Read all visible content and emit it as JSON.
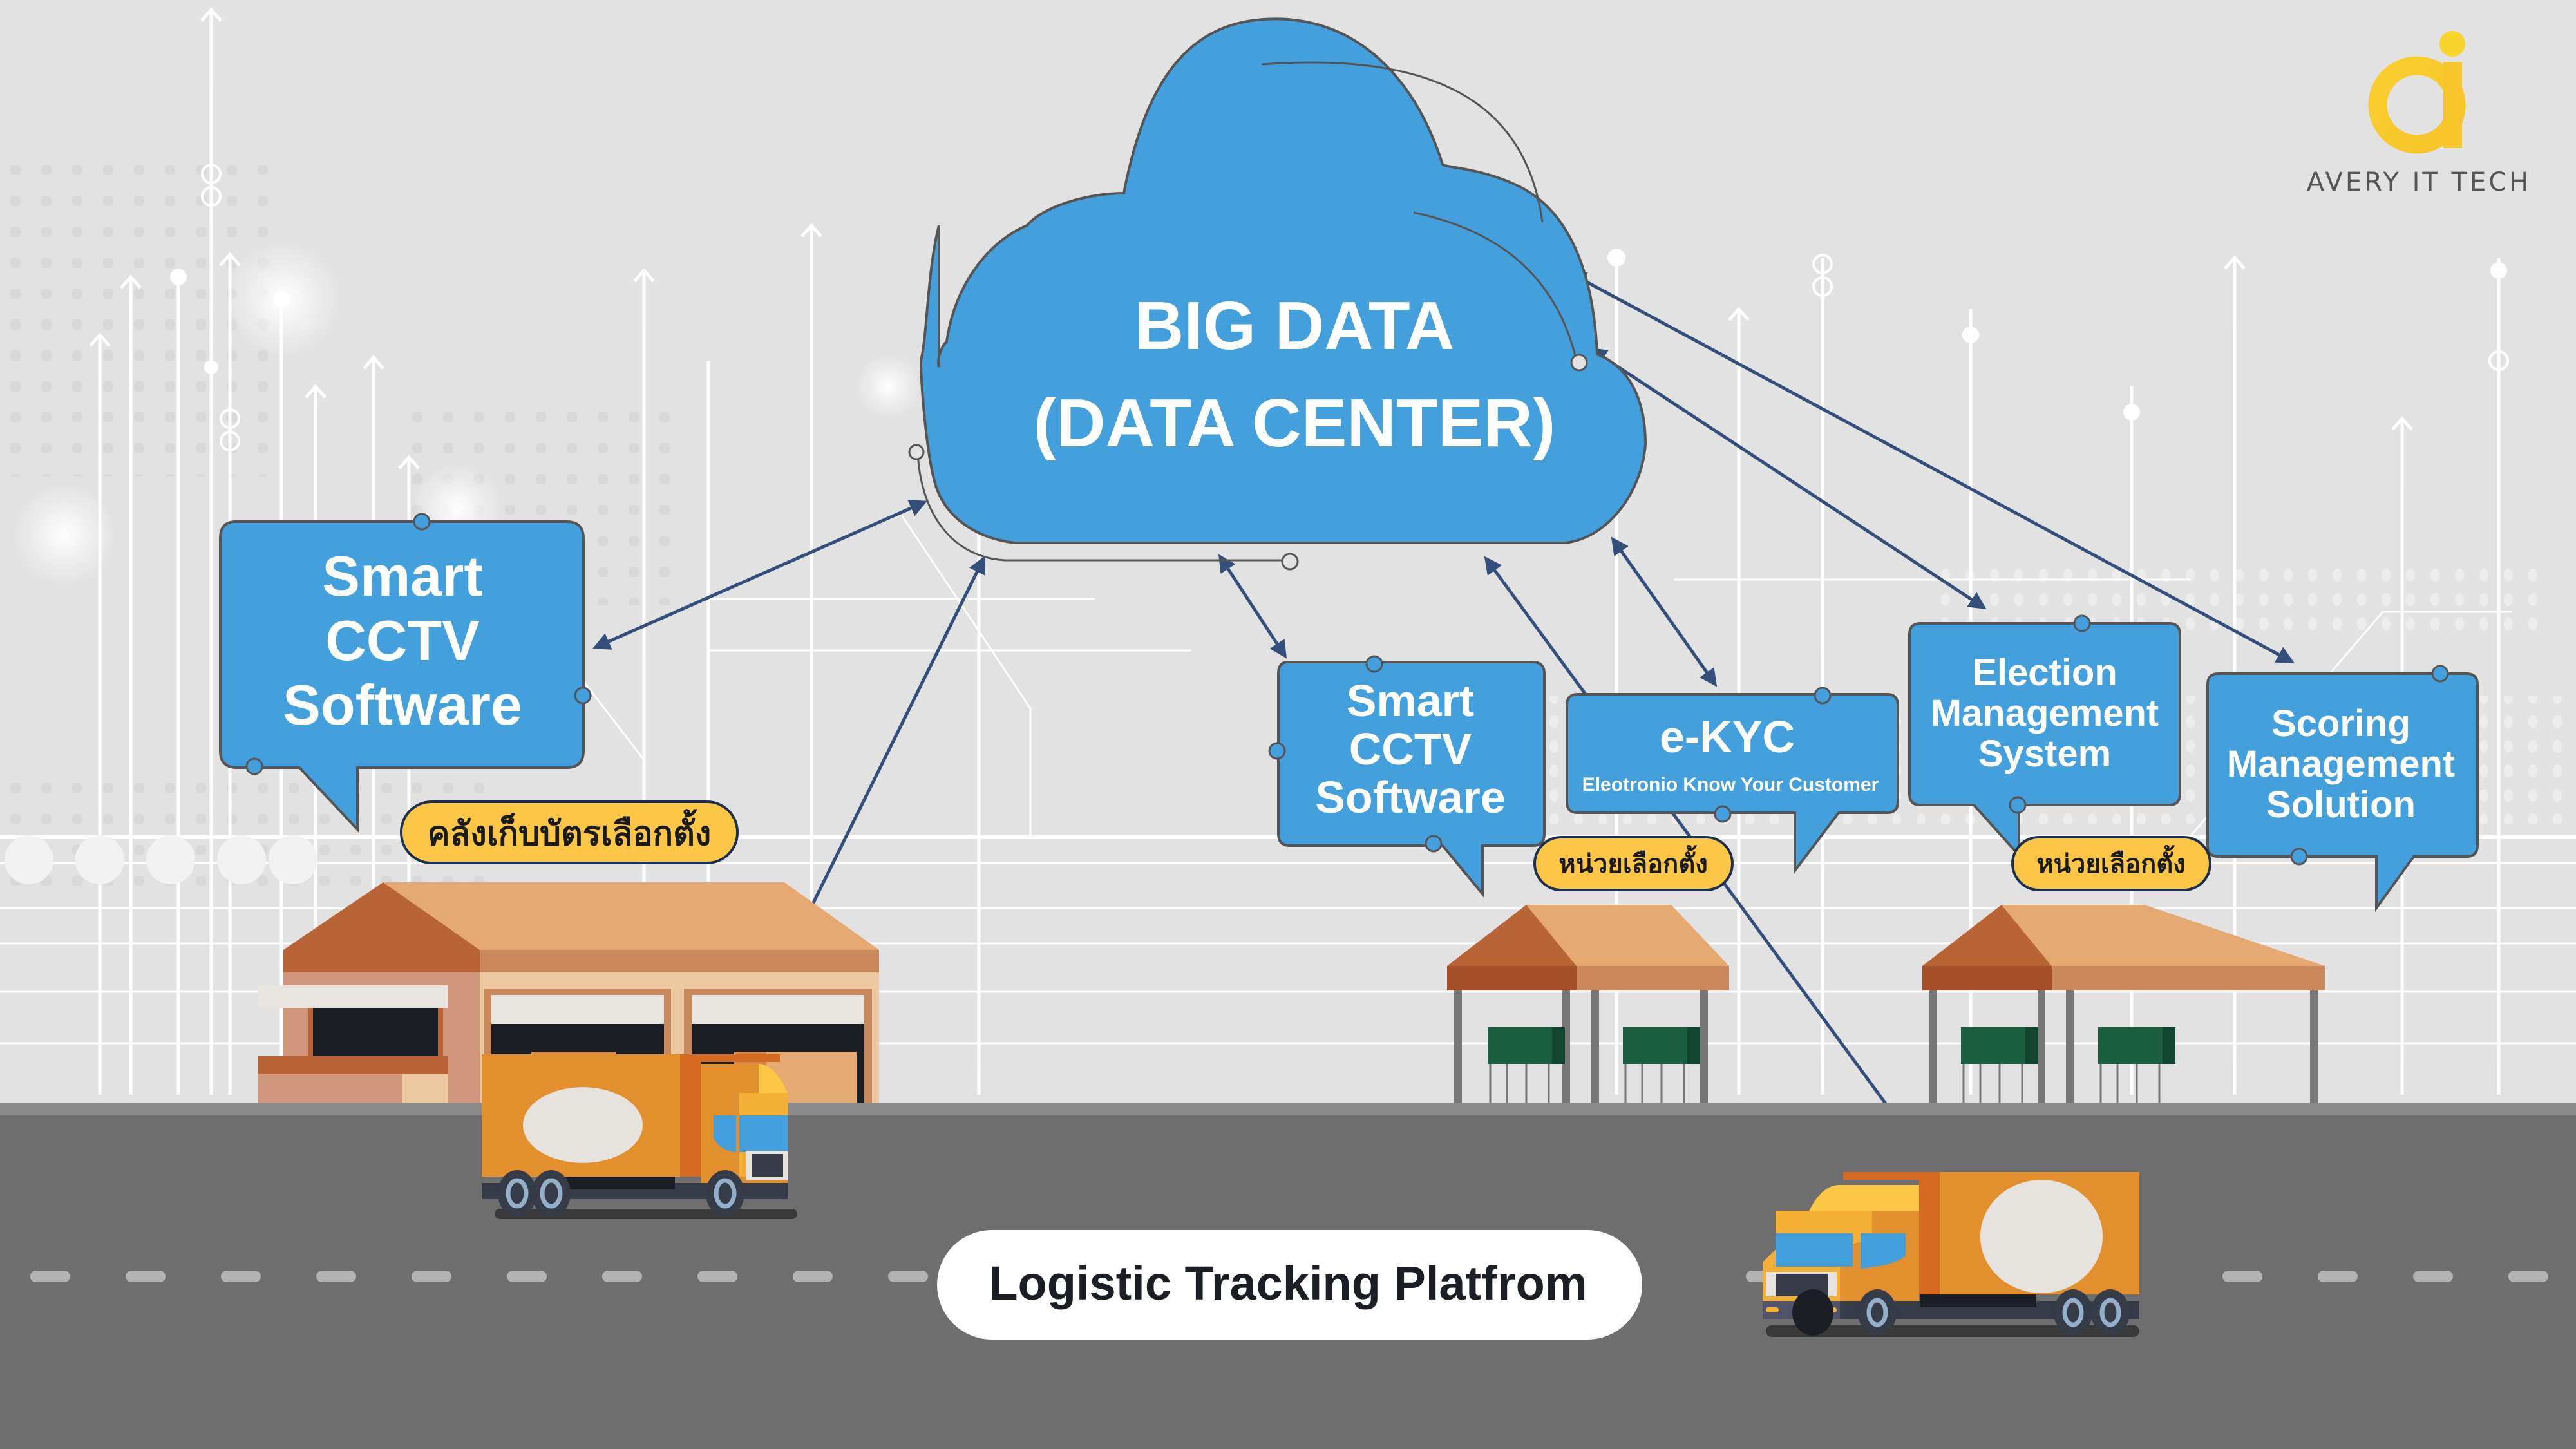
{
  "brand": {
    "name": "AVERY IT TECH",
    "logo_icon": "ai-logo-icon",
    "colors": {
      "logo_yellow": "#f8c92c",
      "logo_orange": "#f5a623",
      "logo_text": "#555555"
    }
  },
  "central_node": {
    "line1": "BIG DATA",
    "line2": "(DATA CENTER)",
    "icon": "cloud-icon",
    "color": "#44a0dc"
  },
  "bubbles": [
    {
      "id": "smart-cctv-warehouse",
      "lines": [
        "Smart",
        "CCTV",
        "Software"
      ]
    },
    {
      "id": "smart-cctv-polling",
      "lines": [
        "Smart",
        "CCTV",
        "Software"
      ]
    },
    {
      "id": "ekyc",
      "title": "e-KYC",
      "subtitle": "Eleotronio Know Your Customer"
    },
    {
      "id": "election-management",
      "lines": [
        "Election",
        "Management",
        "System"
      ]
    },
    {
      "id": "scoring-management",
      "lines": [
        "Scoring",
        "Management",
        "Solution"
      ]
    }
  ],
  "location_labels": {
    "warehouse": "คลังเก็บบัตรเลือกตั้ง",
    "polling_unit_1": "หน่วยเลือกตั้ง",
    "polling_unit_2": "หน่วยเลือกตั้ง"
  },
  "platform_label": "Logistic Tracking Platfrom",
  "illustrations": {
    "warehouse": "warehouse-icon",
    "polling_station": "polling-tent-icon",
    "truck": "delivery-truck-icon",
    "road": "road"
  },
  "palette": {
    "background": "#e2e2e2",
    "bubble_blue": "#44a0dc",
    "bubble_border": "#555555",
    "pill_yellow": "#fcc647",
    "pill_border": "#1e3050",
    "arrow_navy": "#34507a",
    "road": "#6e6e6e",
    "curb": "#8a8a8a",
    "lane_mark": "#b3b3b3"
  }
}
